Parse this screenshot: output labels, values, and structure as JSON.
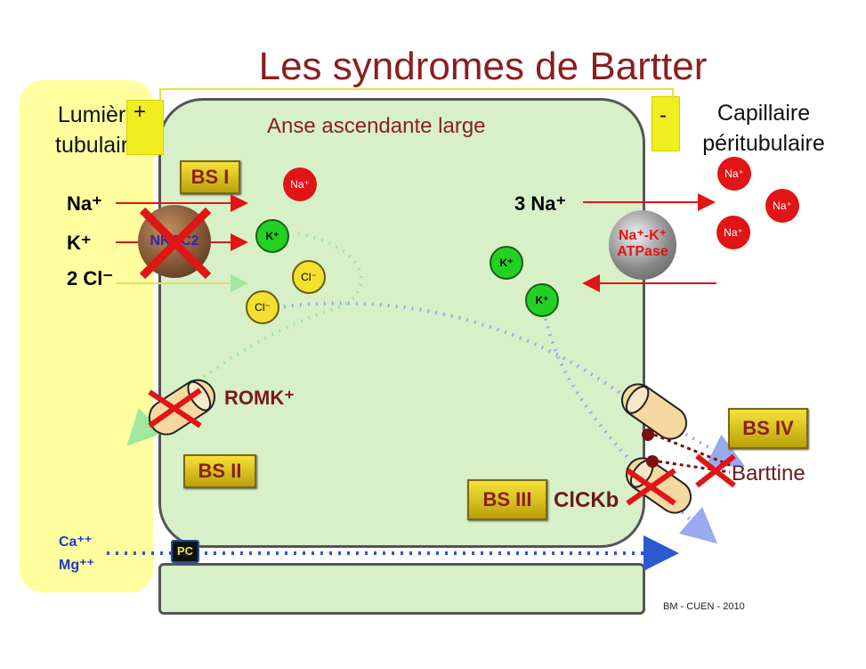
{
  "title": "Les syndromes de Bartter",
  "lumen_label": [
    "Lumière",
    "tubulaire"
  ],
  "capillary_label": [
    "Capillaire",
    "péritubulaire"
  ],
  "anse_label": "Anse ascendante large",
  "charges": {
    "plus": "+",
    "minus": "-"
  },
  "apical_ions": [
    "Na⁺",
    "K⁺",
    "2 Cl⁻"
  ],
  "basolateral_ion": "3 Na⁺",
  "nkcc2": "NKCC2",
  "pump": [
    "Na⁺-K⁺",
    "ATPase"
  ],
  "ion_circles": {
    "na": "Na⁺",
    "k": "K⁺",
    "cl": "Cl⁻"
  },
  "bs_labels": {
    "bs1": "BS I",
    "bs2": "BS II",
    "bs3": "BS III",
    "bs4": "BS IV"
  },
  "channels": {
    "romk": "ROMK⁺",
    "clckb": "ClCKb",
    "barttine": "Barttine"
  },
  "paracellular": {
    "pc": "PC",
    "ca": "Ca⁺⁺",
    "mg": "Mg⁺⁺"
  },
  "credit": "BM - CUEN - 2010",
  "colors": {
    "title": "#8a1f1f",
    "lumen": "#ffffa0",
    "cell": "#d8f0c8",
    "arrow_red": "#e01515",
    "cross": "#e01515",
    "dots_blue": "#4a7ae0",
    "dots_green": "#a0e8a0"
  }
}
